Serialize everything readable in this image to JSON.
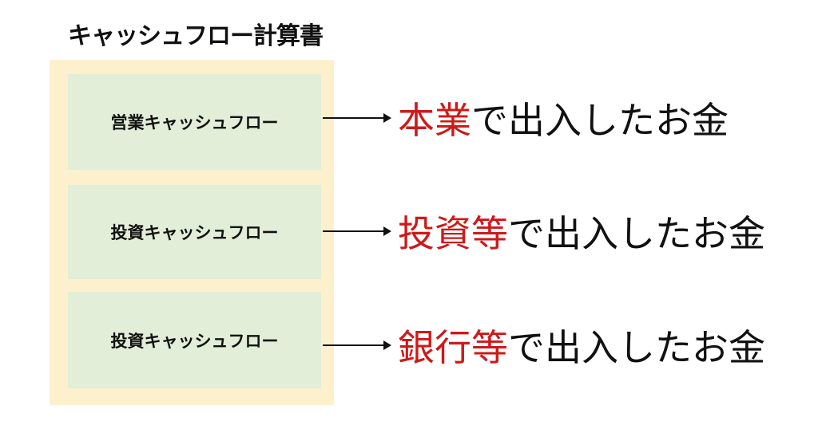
{
  "title": "キャッシュフロー計算書",
  "rows": [
    {
      "box_label": "営業キャッシュフロー",
      "highlight": "本業",
      "rest": "で出入したお金"
    },
    {
      "box_label": "投資キャッシュフロー",
      "highlight": "投資等",
      "rest": "で出入したお金"
    },
    {
      "box_label": "投資キャッシュフロー",
      "highlight": "銀行等",
      "rest": "で出入したお金"
    }
  ],
  "colors": {
    "outer": "#fdf0cd",
    "inner": "#e2eed8",
    "highlight": "#cc1a1a"
  }
}
